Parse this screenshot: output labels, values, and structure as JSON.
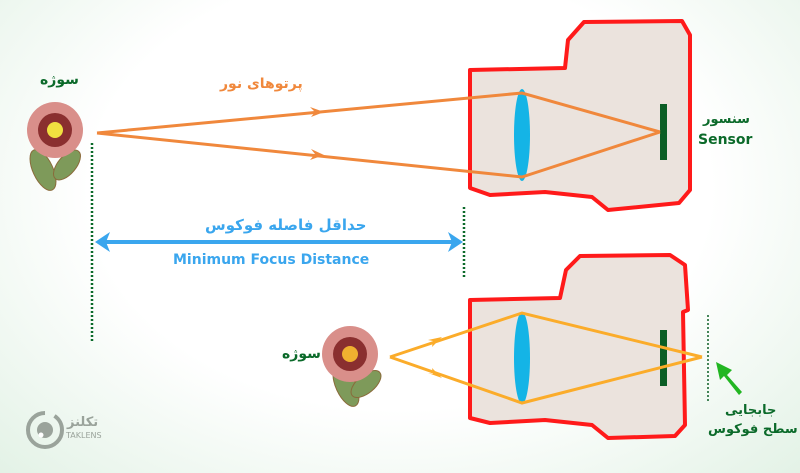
{
  "labels": {
    "subject_top": "سوژه",
    "light_rays": "پرتوهای نور",
    "sensor_fa": "سنسور",
    "sensor_en": "Sensor",
    "mfd_fa": "حداقل فاصله فوکوس",
    "mfd_en": "Minimum Focus Distance",
    "subject_bottom": "سوژه",
    "focus_shift_line1": "جابجایی",
    "focus_shift_line2": "سطح فوکوس",
    "logo_fa": "تکلنز",
    "logo_en": "TAKLENS"
  },
  "colors": {
    "camera_outline": "#ff1a1a",
    "camera_fill": "#ebe3dd",
    "lens": "#14b4e6",
    "sensor": "#0b5e25",
    "rays_top": "#f0883c",
    "rays_bottom": "#fbac2a",
    "distance_arrow": "#3aa6ee",
    "label_green": "#0b6a2a",
    "focus_arrow": "#22b622"
  }
}
